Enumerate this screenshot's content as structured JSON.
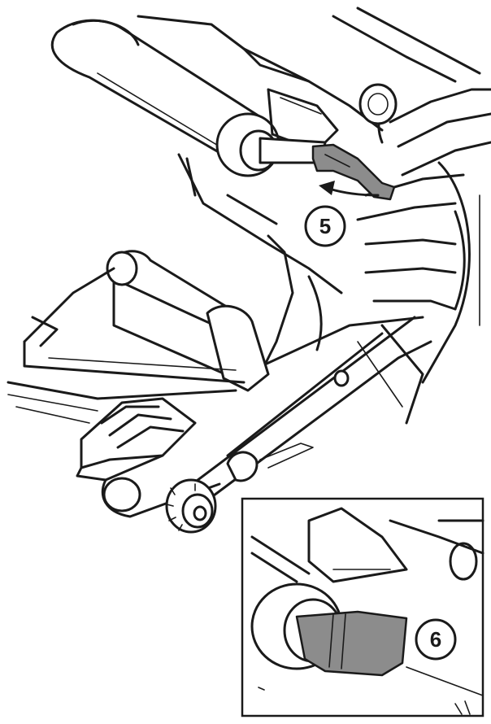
{
  "callouts": [
    {
      "id": "5",
      "label": "5"
    },
    {
      "id": "6",
      "label": "6"
    }
  ],
  "colors": {
    "line": "#1a1a1a",
    "lever_fill": "#8c8c8c",
    "background": "#ffffff"
  }
}
